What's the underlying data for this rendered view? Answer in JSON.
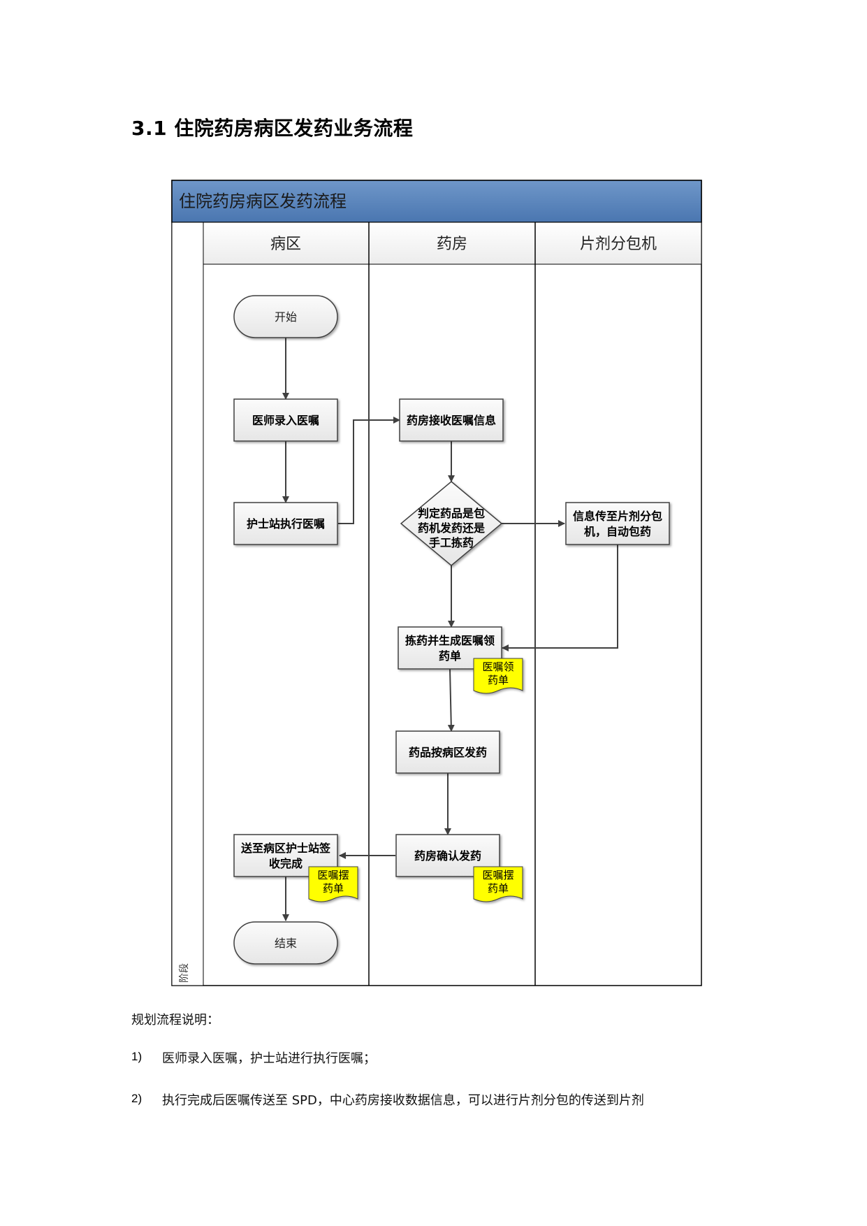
{
  "heading": "3.1 住院药房病区发药业务流程",
  "diagram": {
    "title": "住院药房病区发药流程",
    "stage_label": "阶段",
    "lanes": [
      "病区",
      "药房",
      "片剂分包机"
    ],
    "nodes": {
      "start": "开始",
      "doctor_entry": "医师录入医嘱",
      "nurse_exec": "护士站执行医嘱",
      "pharmacy_receive": "药房接收医嘱信息",
      "decision": [
        "判定药品是包",
        "药机发药还是",
        "手工拣药"
      ],
      "packer": [
        "信息传至片剂分包",
        "机，自动包药"
      ],
      "pick": [
        "拣药并生成医嘱领",
        "药单"
      ],
      "dispense": "药品按病区发药",
      "confirm": "药房确认发药",
      "deliver": [
        "送至病区护士站签",
        "收完成"
      ],
      "end": "结束"
    },
    "documents": {
      "requisition": [
        "医嘱领",
        "药单"
      ],
      "placement_1": [
        "医嘱摆",
        "药单"
      ],
      "placement_2": [
        "医嘱摆",
        "药单"
      ]
    },
    "colors": {
      "title_bar": "#5b86bd",
      "document": "#ffff00",
      "box_fill": "#f2f2f2",
      "stroke": "#404040"
    }
  },
  "notes": {
    "intro": "规划流程说明：",
    "items": [
      {
        "num": "1)",
        "text": "医师录入医嘱，护士站进行执行医嘱；"
      },
      {
        "num": "2)",
        "text": "执行完成后医嘱传送至 SPD，中心药房接收数据信息，可以进行片剂分包的传送到片剂"
      }
    ]
  }
}
